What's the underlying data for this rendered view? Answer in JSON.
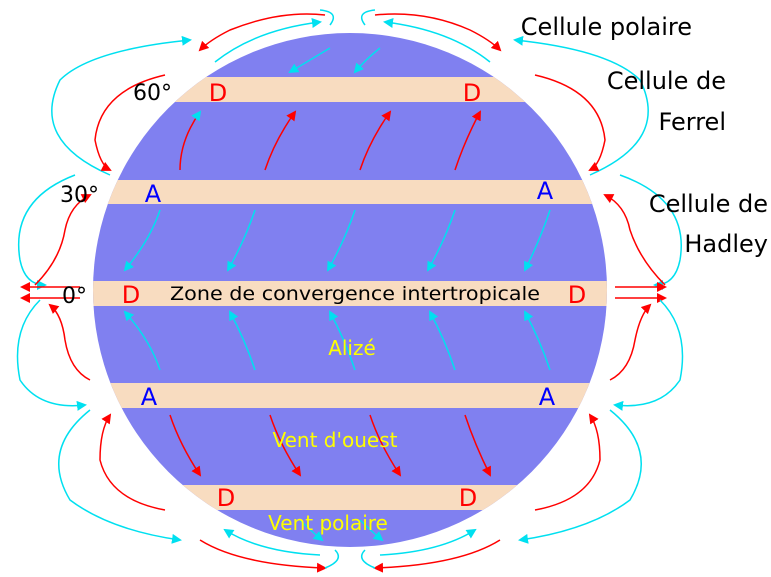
{
  "colors": {
    "globe": "#8080f0",
    "band": "#f8dcc0",
    "warm_arrow": "#ff0000",
    "cold_arrow": "#00e0f0",
    "pressure_low": "#ff0000",
    "pressure_high": "#0000ff",
    "wind_label": "#ffff00"
  },
  "cells": {
    "polar": "Cellule polaire",
    "ferrel_line1": "Cellule de",
    "ferrel_line2": "Ferrel",
    "hadley_line1": "Cellule de",
    "hadley_line2": "Hadley"
  },
  "latitudes": {
    "lat60": "60°",
    "lat30": "30°",
    "lat0": "0°"
  },
  "zone": "Zone de convergence intertropicale",
  "winds": {
    "trade": "Alizé",
    "westerlies": "Vent d'ouest",
    "polar": "Vent polaire"
  },
  "pressure": {
    "low": "D",
    "high": "A"
  }
}
